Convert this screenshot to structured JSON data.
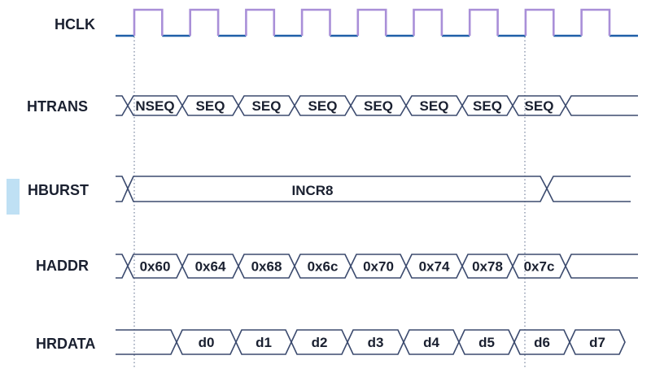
{
  "signals": {
    "hclk": "HCLK",
    "htrans": "HTRANS",
    "hburst": "HBURST",
    "haddr": "HADDR",
    "hrdata": "HRDATA"
  },
  "htrans_values": [
    "NSEQ",
    "SEQ",
    "SEQ",
    "SEQ",
    "SEQ",
    "SEQ",
    "SEQ",
    "SEQ"
  ],
  "hburst_value": "INCR8",
  "haddr_values": [
    "0x60",
    "0x64",
    "0x68",
    "0x6c",
    "0x70",
    "0x74",
    "0x78",
    "0x7c"
  ],
  "hrdata_values": [
    "d0",
    "d1",
    "d2",
    "d3",
    "d4",
    "d5",
    "d6",
    "d7"
  ],
  "colors": {
    "clock_low": "#1f5fa8",
    "clock_high": "#a98fd8",
    "wave": "#3b4a6e",
    "text": "#1a2030"
  }
}
